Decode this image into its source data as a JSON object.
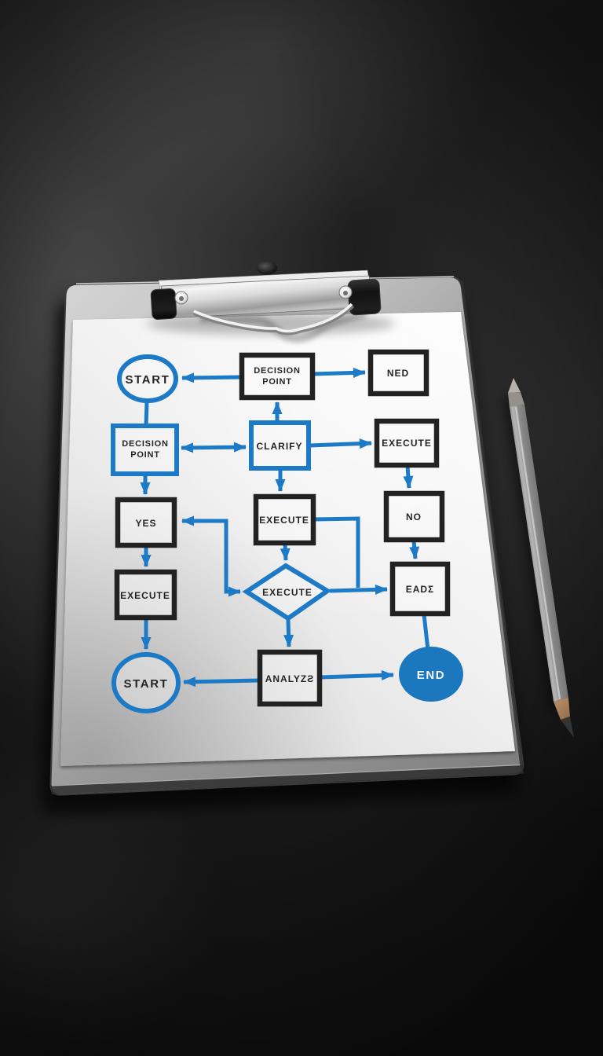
{
  "flowchart": {
    "nodes": {
      "start_top": {
        "label": "START",
        "shape": "ellipse",
        "style": "blue-outline"
      },
      "decision_point_top": {
        "lines": [
          "DECISION",
          "POINT"
        ],
        "shape": "rect",
        "style": "black-outline"
      },
      "ned": {
        "label": "NED",
        "shape": "rect",
        "style": "black-outline"
      },
      "decision_point_left": {
        "lines": [
          "DECISION",
          "POINT"
        ],
        "shape": "rect",
        "style": "blue-outline"
      },
      "clarify": {
        "label": "CLARIFY",
        "shape": "rect",
        "style": "blue-outline"
      },
      "execute_right": {
        "label": "EXECUTE",
        "shape": "rect",
        "style": "black-outline"
      },
      "yes": {
        "label": "YES",
        "shape": "rect",
        "style": "black-outline"
      },
      "execute_center": {
        "label": "EXECUTE",
        "shape": "rect",
        "style": "black-outline"
      },
      "no": {
        "label": "NO",
        "shape": "rect",
        "style": "black-outline"
      },
      "execute_left": {
        "label": "EXECUTE",
        "shape": "rect",
        "style": "black-outline"
      },
      "execute_diamond": {
        "label": "EXECUTE",
        "shape": "diamond",
        "style": "blue-outline"
      },
      "eads": {
        "label": "EADΣ",
        "shape": "rect",
        "style": "black-outline"
      },
      "start_bottom": {
        "label": "START",
        "shape": "ellipse",
        "style": "blue-outline"
      },
      "analyze": {
        "label": "ANALYZƧ",
        "shape": "rect",
        "style": "black-outline"
      },
      "end": {
        "label": "END",
        "shape": "ellipse",
        "style": "blue-filled"
      }
    },
    "edges": [
      {
        "from": "decision_point_top",
        "to": "start_top",
        "arrowheads": "end"
      },
      {
        "from": "decision_point_top",
        "to": "ned",
        "arrowheads": "end"
      },
      {
        "from": "start_top",
        "to": "decision_point_left",
        "arrowheads": "none"
      },
      {
        "from": "clarify",
        "to": "decision_point_top",
        "arrowheads": "end"
      },
      {
        "from": "decision_point_left",
        "to": "clarify",
        "arrowheads": "both"
      },
      {
        "from": "clarify",
        "to": "execute_right",
        "arrowheads": "end"
      },
      {
        "from": "decision_point_left",
        "to": "yes",
        "arrowheads": "end"
      },
      {
        "from": "clarify",
        "to": "execute_center",
        "arrowheads": "end"
      },
      {
        "from": "execute_right",
        "to": "no",
        "arrowheads": "end"
      },
      {
        "from": "yes",
        "to": "execute_left",
        "arrowheads": "end"
      },
      {
        "from": "execute_center",
        "to": "execute_diamond",
        "arrowheads": "end"
      },
      {
        "from": "no",
        "to": "eads",
        "arrowheads": "end"
      },
      {
        "from": "execute_diamond",
        "to": "yes",
        "arrowheads": "both",
        "type": "elbow"
      },
      {
        "from": "execute_center",
        "to": "eads",
        "arrowheads": "none",
        "type": "elbow-join"
      },
      {
        "from": "execute_diamond",
        "to": "eads",
        "arrowheads": "end"
      },
      {
        "from": "execute_left",
        "to": "start_bottom",
        "arrowheads": "end"
      },
      {
        "from": "execute_diamond",
        "to": "analyze",
        "arrowheads": "end"
      },
      {
        "from": "analyze",
        "to": "start_bottom",
        "arrowheads": "end"
      },
      {
        "from": "analyze",
        "to": "end",
        "arrowheads": "end"
      },
      {
        "from": "eads",
        "to": "end",
        "arrowheads": "none"
      }
    ],
    "colors": {
      "flow_blue": "#1b78c6",
      "end_circle_fill": "#1b76bd",
      "node_border_black": "#212121",
      "label_text": "#242424",
      "end_label_text": "#f2f5f7"
    }
  },
  "objects": {
    "clipboard": {
      "board_metal": "#a9a9a9",
      "paper": "#efefef",
      "clip_metal": "#d9d9d9",
      "clip_caps": "#161616"
    },
    "pencil": {
      "body": "#707070",
      "wood": "#9b7355",
      "graphite_tip": "#333333"
    },
    "background_surface": "#161616"
  }
}
